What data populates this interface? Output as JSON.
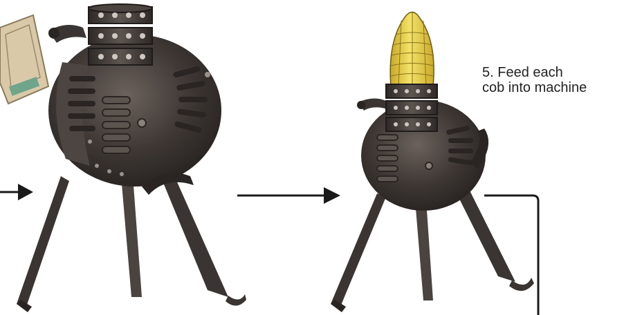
{
  "step_label": {
    "text": "5. Feed each\ncob into machine"
  },
  "colors": {
    "metal_dark": "#3a3533",
    "metal_mid": "#5a524d",
    "metal_light": "#8a817a",
    "corn_yellow": "#e8d23c",
    "corn_husk": "#c9a826",
    "arrow": "#1a1a1a",
    "paper": "#d9c9a8",
    "paper_green": "#6fa58a"
  },
  "icons": {
    "sheller_first": "corn-sheller-machine-illustration",
    "sheller_second": "corn-sheller-machine-with-cob-illustration",
    "corn_cob": "corn-cob-illustration",
    "paper": "paper-note-illustration"
  }
}
